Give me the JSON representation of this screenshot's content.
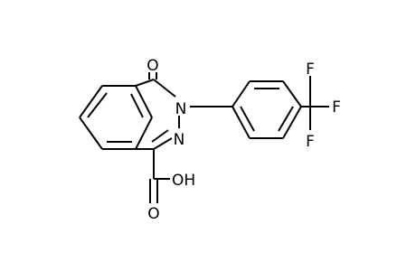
{
  "molecule": {
    "atoms": {
      "carbonyl_o": "O",
      "ring_n2": "N",
      "ring_n3": "N",
      "f_top": "F",
      "f_right": "F",
      "f_bottom": "F",
      "acid_oh": "OH",
      "acid_o": "O"
    }
  }
}
